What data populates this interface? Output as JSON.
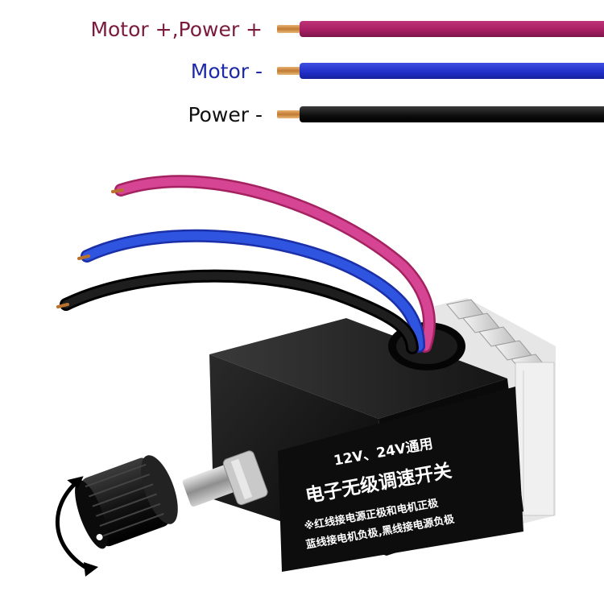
{
  "legend": [
    {
      "label": "Motor +,Power +",
      "label_color": "#7a1a3c",
      "wire_color": "#a51e60"
    },
    {
      "label": "Motor -",
      "label_color": "#1e2aa8",
      "wire_color": "#1f2fc8"
    },
    {
      "label": "Power -",
      "label_color": "#111111",
      "wire_color": "#0c0c0c"
    }
  ],
  "device": {
    "line1": "12V、24V通用",
    "line2": "电子无级调速开关",
    "line3": "※红线接电源正极和电机正极",
    "line4": "蓝线接电机负极,黑线接电源负极"
  },
  "colors": {
    "box": "#111111",
    "heatsink": "#dcdcdc",
    "wire_red": "#d23a8c",
    "wire_blue": "#2547d6",
    "wire_black": "#111111"
  }
}
